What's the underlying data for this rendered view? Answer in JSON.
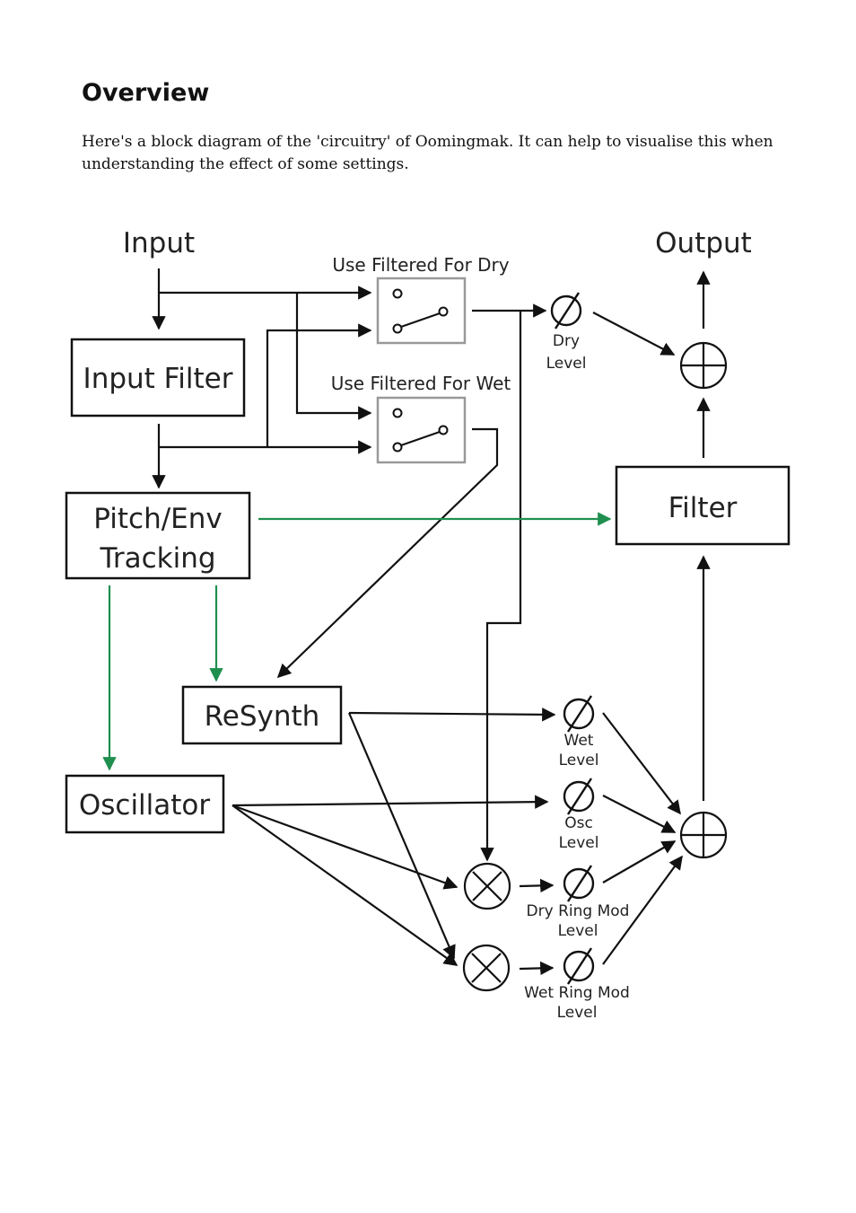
{
  "page": {
    "heading": "Overview",
    "intro": "Here's a block diagram of the 'circuitry' of Oomingmak. It can help to visualise this when understanding the effect of some settings."
  },
  "diagram": {
    "input": "Input",
    "output": "Output",
    "blocks": {
      "input_filter": "Input Filter",
      "pitch_env_line1": "Pitch/Env",
      "pitch_env_line2": "Tracking",
      "resynth": "ReSynth",
      "oscillator": "Oscillator",
      "filter": "Filter"
    },
    "switches": {
      "dry": "Use Filtered For Dry",
      "wet": "Use Filtered For Wet"
    },
    "levels": {
      "dry_l1": "Dry",
      "dry_l2": "Level",
      "wet_l1": "Wet",
      "wet_l2": "Level",
      "osc_l1": "Osc",
      "osc_l2": "Level",
      "dry_ring_l1": "Dry Ring Mod",
      "dry_ring_l2": "Level",
      "wet_ring_l1": "Wet Ring Mod",
      "wet_ring_l2": "Level"
    },
    "colors": {
      "control": "#1f8f4e",
      "signal": "#111111",
      "switch": "#999999"
    }
  }
}
